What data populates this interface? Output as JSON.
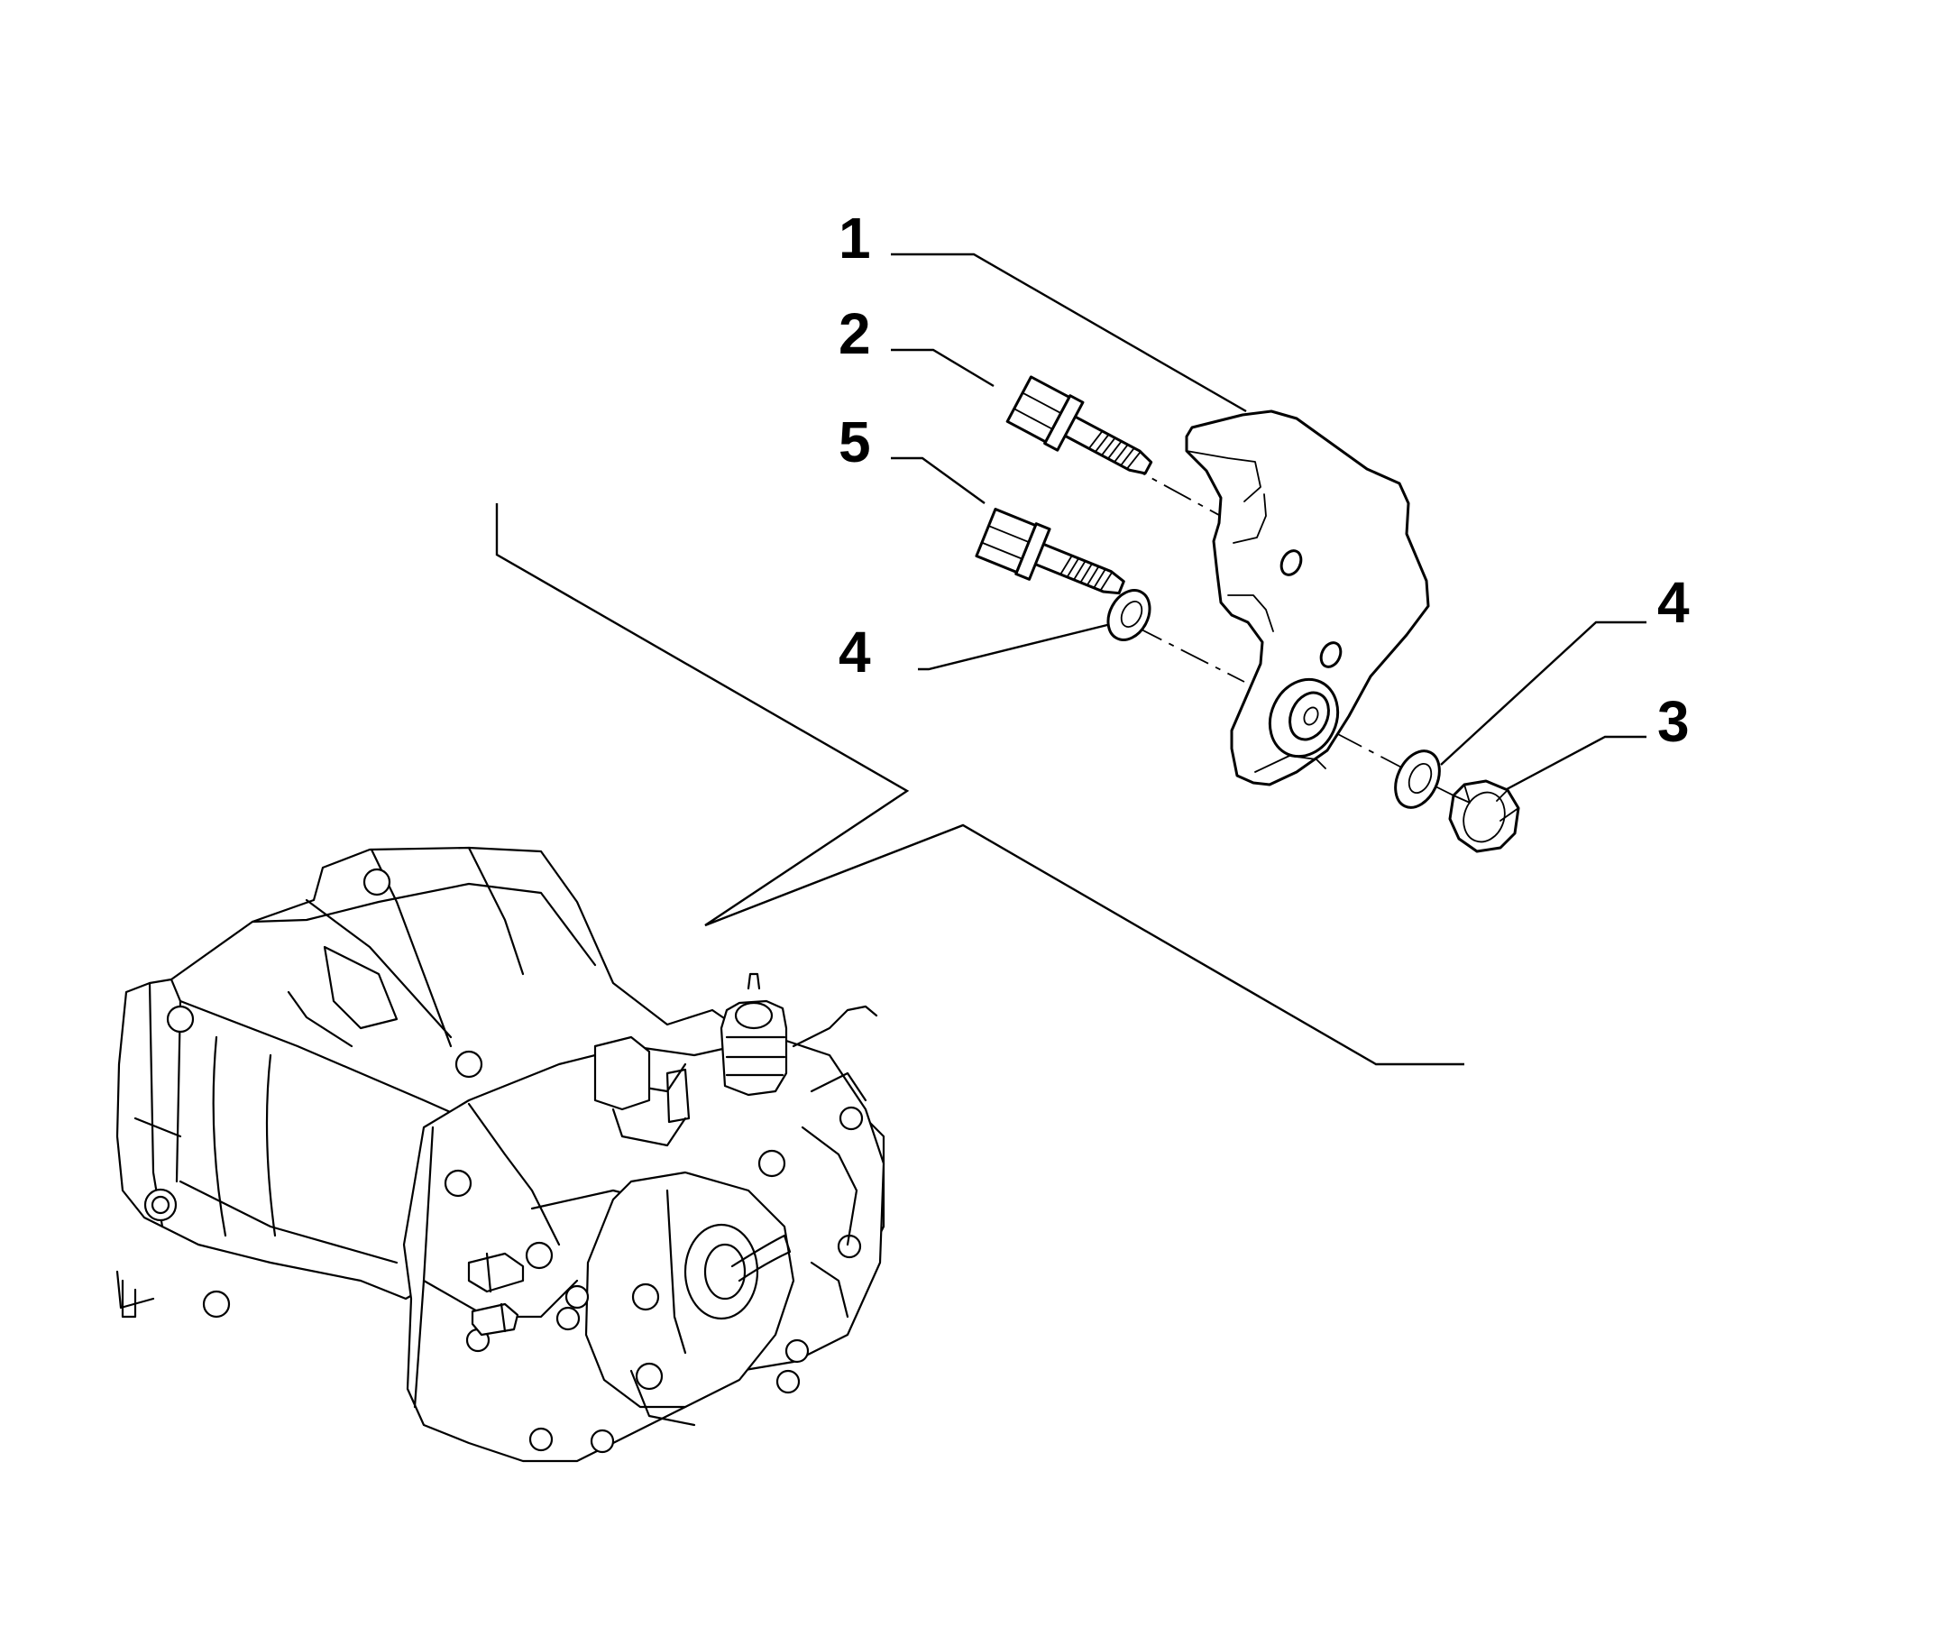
{
  "callouts": [
    {
      "id": "bracket",
      "label": "1"
    },
    {
      "id": "upper-bolt",
      "label": "2"
    },
    {
      "id": "lower-bolt",
      "label": "5"
    },
    {
      "id": "washer-left",
      "label": "4"
    },
    {
      "id": "washer-right",
      "label": "4"
    },
    {
      "id": "nut",
      "label": "3"
    }
  ]
}
